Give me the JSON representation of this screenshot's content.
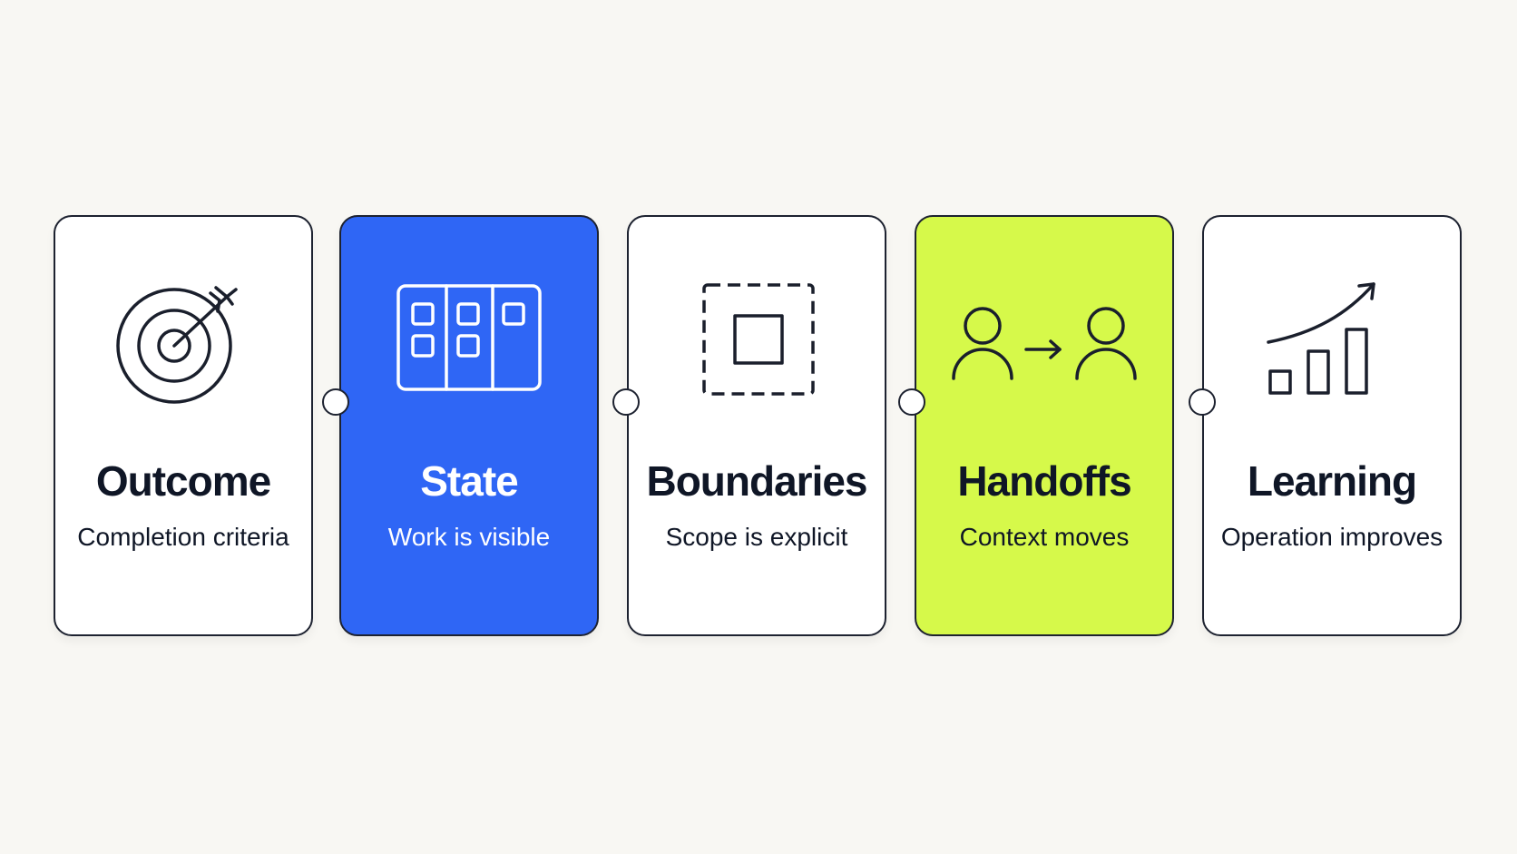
{
  "cards": [
    {
      "title": "Outcome",
      "subtitle": "Completion criteria",
      "icon": "target-icon",
      "color": "#ffffff"
    },
    {
      "title": "State",
      "subtitle": "Work is visible",
      "icon": "board-icon",
      "color": "#2f66f5"
    },
    {
      "title": "Boundaries",
      "subtitle": "Scope is explicit",
      "icon": "scope-icon",
      "color": "#ffffff"
    },
    {
      "title": "Handoffs",
      "subtitle": "Context moves",
      "icon": "handoff-icon",
      "color": "#d6f94a"
    },
    {
      "title": "Learning",
      "subtitle": "Operation improves",
      "icon": "growth-chart-icon",
      "color": "#ffffff"
    }
  ]
}
